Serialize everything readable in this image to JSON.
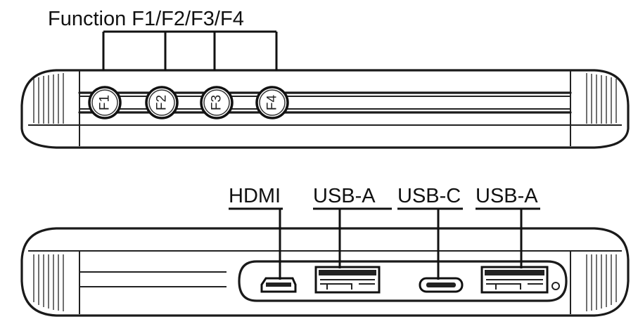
{
  "top_view": {
    "callout": "Function F1/F2/F3/F4",
    "buttons": [
      "F1",
      "F2",
      "F3",
      "F4"
    ]
  },
  "bottom_view": {
    "ports": [
      {
        "id": "hdmi",
        "label": "HDMI"
      },
      {
        "id": "usb-a-1",
        "label": "USB-A"
      },
      {
        "id": "usb-c",
        "label": "USB-C"
      },
      {
        "id": "usb-a-2",
        "label": "USB-A"
      }
    ]
  }
}
